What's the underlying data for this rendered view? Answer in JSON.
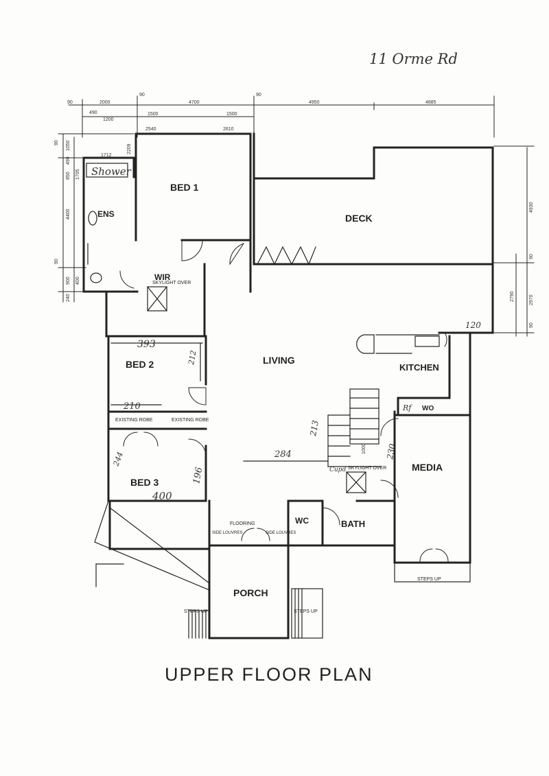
{
  "header": {
    "address_note": "11 Orme Rd"
  },
  "rooms": {
    "bed1": "BED 1",
    "ens": "ENS",
    "shower": "Shower",
    "wir": "WIR",
    "deck": "DECK",
    "living": "LIVING",
    "kitchen": "KITCHEN",
    "bed2": "BED 2",
    "bed3": "BED 3",
    "media": "MEDIA",
    "wc": "WC",
    "bath": "BATH",
    "porch": "PORCH",
    "rf": "Rf",
    "wo": "WO",
    "cupd": "Cupd"
  },
  "notes": {
    "skylight_over": "SKYLIGHT\nOVER",
    "existing_robe": "EXISTING\nROBE",
    "side_louvres": "SIDE\nLOUVRES",
    "flooring": "FLOORING",
    "steps_up": "STEPS UP"
  },
  "dimensions": {
    "top": [
      "90",
      "2000",
      "90",
      "4700",
      "90",
      "4950",
      "4885"
    ],
    "top_sub": [
      "490",
      "1200",
      "1500",
      "1500",
      "2540",
      "2610"
    ],
    "left": [
      "90",
      "1050",
      "850",
      "490",
      "1705",
      "4400",
      "90",
      "900",
      "400",
      "240",
      "1712",
      "2209"
    ],
    "right": [
      "4930",
      "90",
      "2790",
      "2970",
      "90"
    ],
    "hand": [
      "393",
      "210",
      "212",
      "244",
      "196",
      "400",
      "284",
      "213",
      "230",
      "1000",
      "120"
    ]
  },
  "footer": {
    "title": "UPPER FLOOR PLAN"
  }
}
